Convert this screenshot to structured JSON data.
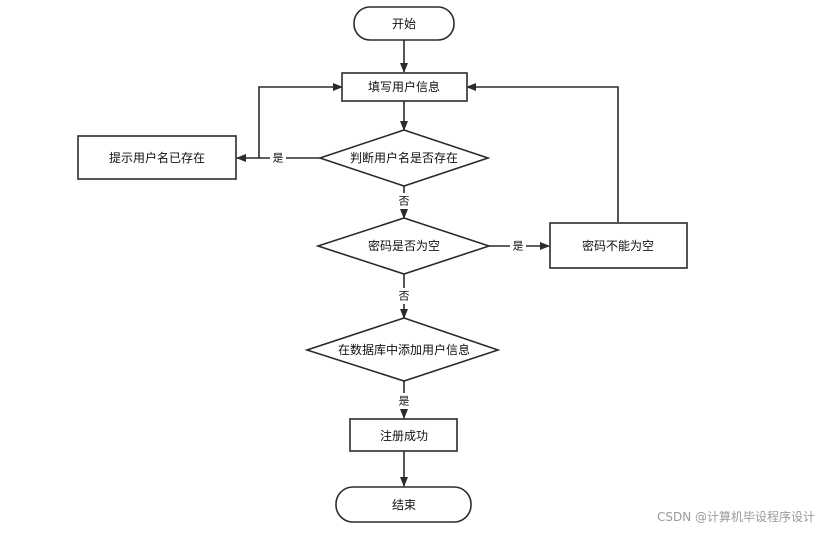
{
  "nodes": {
    "start": "开始",
    "fill_info": "填写用户信息",
    "check_exists": "判断用户名是否存在",
    "exists_msg": "提示用户名已存在",
    "check_pwd": "密码是否为空",
    "pwd_msg": "密码不能为空",
    "add_db": "在数据库中添加用户信息",
    "success": "注册成功",
    "end": "结束"
  },
  "edges": {
    "exists_yes": "是",
    "exists_no": "否",
    "pwd_yes": "是",
    "pwd_no": "否",
    "add_yes": "是"
  },
  "watermark": "CSDN @计算机毕设程序设计"
}
